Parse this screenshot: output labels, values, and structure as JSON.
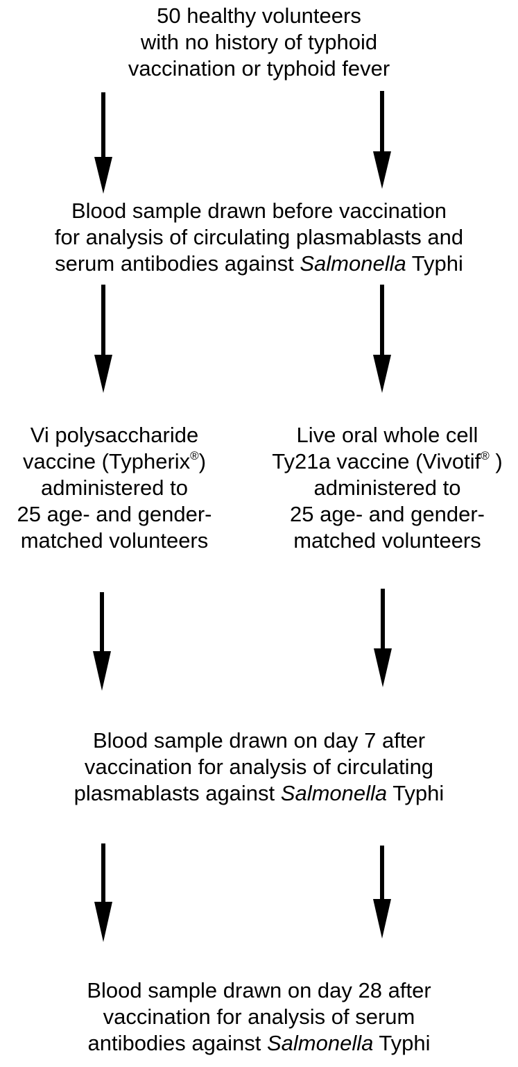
{
  "diagram": {
    "top": {
      "lines": [
        "50 healthy volunteers",
        "with no  history of typhoid",
        "vaccination or typhoid fever"
      ]
    },
    "pre_vaccination": {
      "line1": "Blood sample drawn before vaccination",
      "line2": "for analysis of circulating plasmablasts and",
      "line3_a": "serum antibodies against ",
      "line3_italic": "Salmonella",
      "line3_b": " Typhi"
    },
    "left_group": {
      "line1": "Vi polysaccharide",
      "line2_a": "vaccine (Typherix",
      "line2_sup": "®",
      "line2_b": ")",
      "line3": "administered to",
      "line4": "25 age- and gender-",
      "line5": "matched volunteers"
    },
    "right_group": {
      "line1": "Live oral whole cell",
      "line2_a": "Ty21a vaccine (Vivotif",
      "line2_sup": "®",
      "line2_b": " )",
      "line3": "administered to",
      "line4": "25 age- and gender-",
      "line5": "matched volunteers"
    },
    "day7": {
      "line1": "Blood sample drawn on day 7 after",
      "line2": "vaccination for analysis of circulating",
      "line3_a": "plasmablasts  against ",
      "line3_italic": "Salmonella",
      "line3_b": " Typhi"
    },
    "day28": {
      "line1": "Blood sample drawn on day 28 after",
      "line2": "vaccination for analysis of serum",
      "line3_a": "antibodies against ",
      "line3_italic": "Salmonella",
      "line3_b": " Typhi"
    },
    "colors": {
      "text": "#000000",
      "arrow": "#000000",
      "background": "#ffffff"
    }
  }
}
